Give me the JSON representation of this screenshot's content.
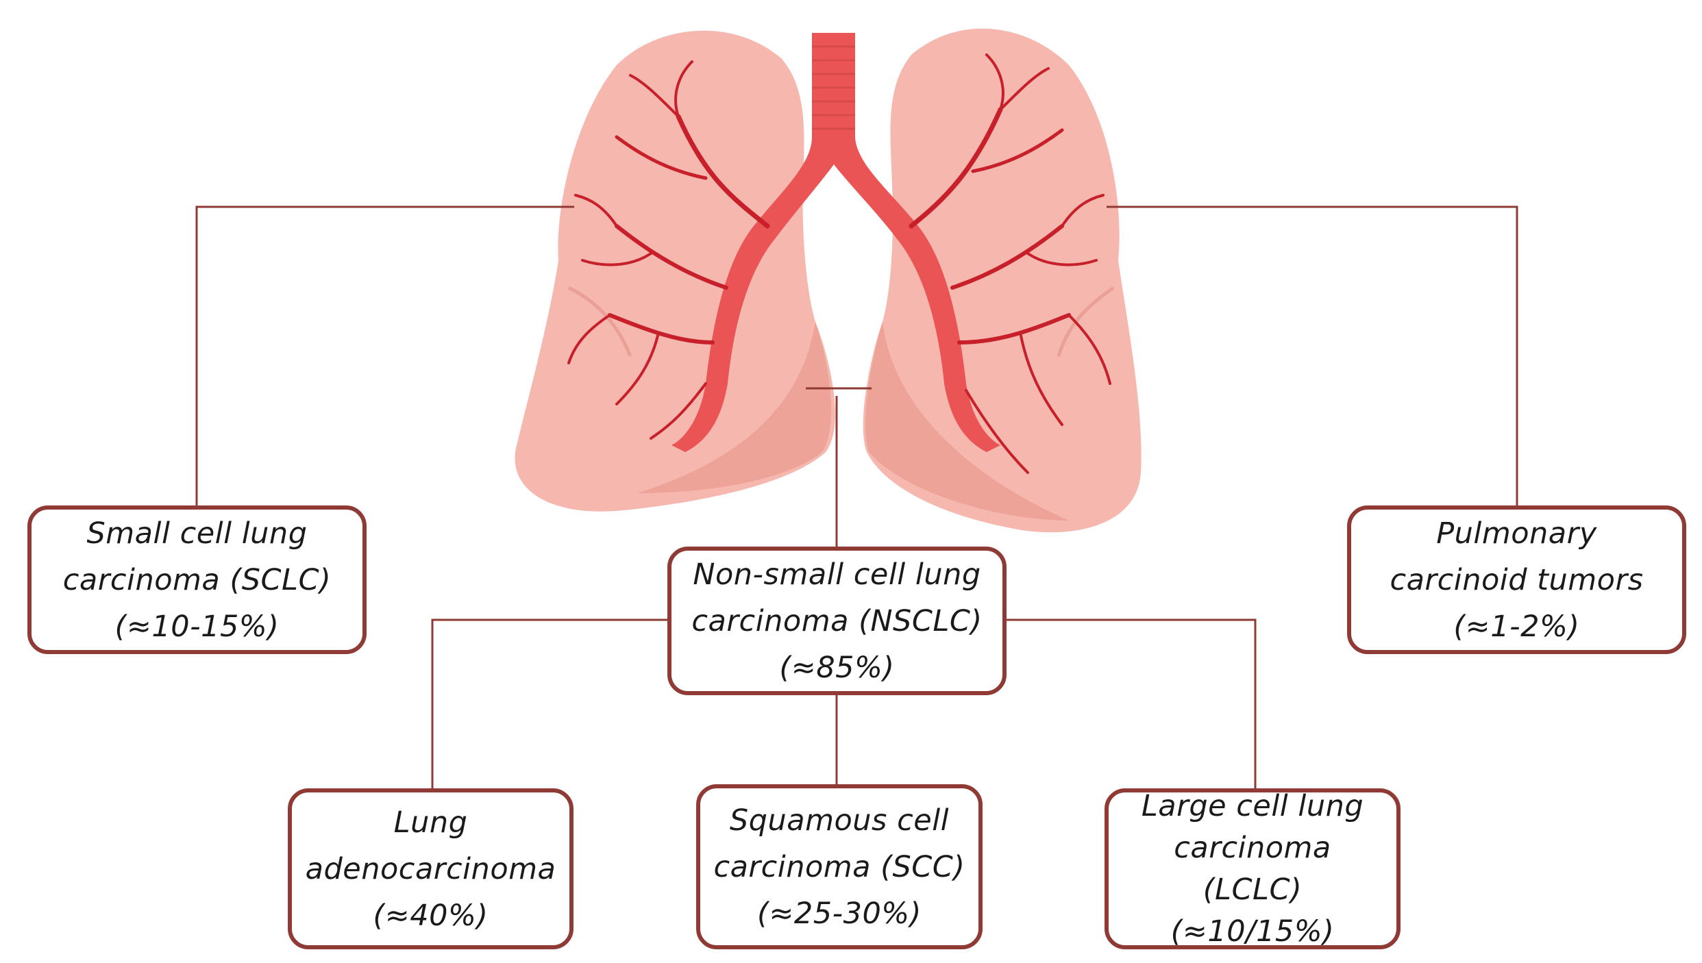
{
  "nodes": {
    "sclc": {
      "lines": [
        "Small cell lung",
        "carcinoma (SCLC)",
        "(≈10-15%)"
      ]
    },
    "nsclc": {
      "lines": [
        "Non-small cell lung",
        "carcinoma (NSCLC)",
        "(≈85%)"
      ]
    },
    "pulmonary_carcinoid": {
      "lines": [
        "Pulmonary",
        "carcinoid tumors",
        "(≈1-2%)"
      ]
    },
    "adenocarcinoma": {
      "lines": [
        "Lung",
        "adenocarcinoma",
        "(≈40%)"
      ]
    },
    "scc": {
      "lines": [
        "Squamous cell",
        "carcinoma (SCC)",
        "(≈25-30%)"
      ]
    },
    "lclc": {
      "lines": [
        "Large cell lung",
        "carcinoma",
        "(LCLC)",
        "(≈10/15%)"
      ]
    }
  },
  "colors": {
    "connector": "#8f3a34",
    "box_border": "#8f3a34",
    "lung_fill": "#f5b7ae",
    "lung_shade": "#eea398",
    "trachea": "#ea5454",
    "vessels": "#c8202a"
  },
  "icons": {
    "illustration": "lungs-icon"
  }
}
